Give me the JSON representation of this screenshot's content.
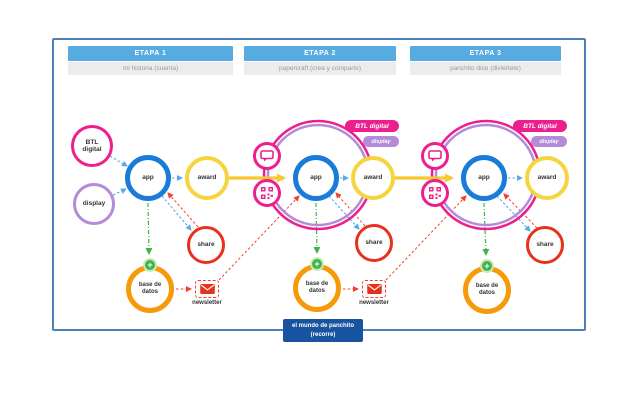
{
  "stages": [
    {
      "name": "ETAPA 1",
      "subtitle": "mi historia (cuenta)"
    },
    {
      "name": "ETAPA 2",
      "subtitle": "papercraft (crea y comparte)"
    },
    {
      "name": "ETAPA 3",
      "subtitle": "panchito dice (diviértete)"
    }
  ],
  "nodes": {
    "btl_digital": "BTL digital",
    "display": "display",
    "app": "app",
    "award": "award",
    "share": "share",
    "database": "base de datos",
    "newsletter": "newsletter"
  },
  "ribbons": {
    "btl_digital": "BTL digital",
    "display": "display"
  },
  "footer": {
    "line1": "el mundo de panchito",
    "line2": "(recorre)"
  },
  "icons": {
    "plus": "+",
    "comment": "speech-bubble",
    "qr": "qr-code",
    "envelope": "envelope"
  },
  "colors": {
    "frame_border": "#4d7fb8",
    "stage_header_bg": "#56abe0",
    "stage_subtitle_bg": "#ececec",
    "pink": "#ed1f8f",
    "purple": "#b48ad9",
    "blue": "#1a7cd7",
    "yellow": "#f6d43f",
    "red": "#e8311c",
    "orange": "#f79a0a",
    "green": "#3cb44b",
    "navy": "#17539e",
    "arrow_blue": "#5aa9e6",
    "arrow_red": "#f4402a",
    "arrow_yellow": "#f8c832"
  }
}
